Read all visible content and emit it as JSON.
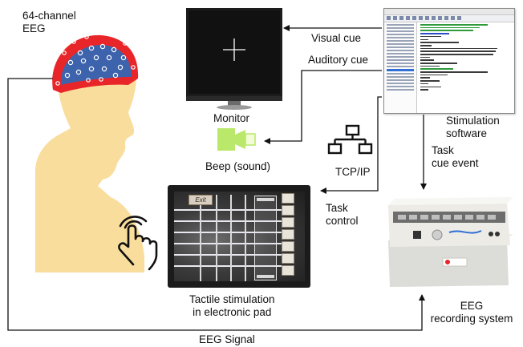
{
  "labels": {
    "eeg_channels": "64-channel\nEEG",
    "monitor": "Monitor",
    "visual_cue": "Visual cue",
    "auditory_cue": "Auditory cue",
    "beep": "Beep (sound)",
    "stimulation_software": "Stimulation\nsoftware",
    "tcp_ip": "TCP/IP",
    "task_cue_event": "Task\ncue event",
    "task_control": "Task\ncontrol",
    "tactile_stimulation": "Tactile stimulation\nin electronic pad",
    "eeg_recording_system": "EEG\nrecording system",
    "eeg_signal": "EEG Signal"
  },
  "tablet": {
    "exit_label": "Exit"
  },
  "colors": {
    "skin": "#f9dd9c",
    "cap_red": "#e8262a",
    "cap_blue": "#3d63ac",
    "speaker": "#b9e86a",
    "arrow": "#111111"
  }
}
